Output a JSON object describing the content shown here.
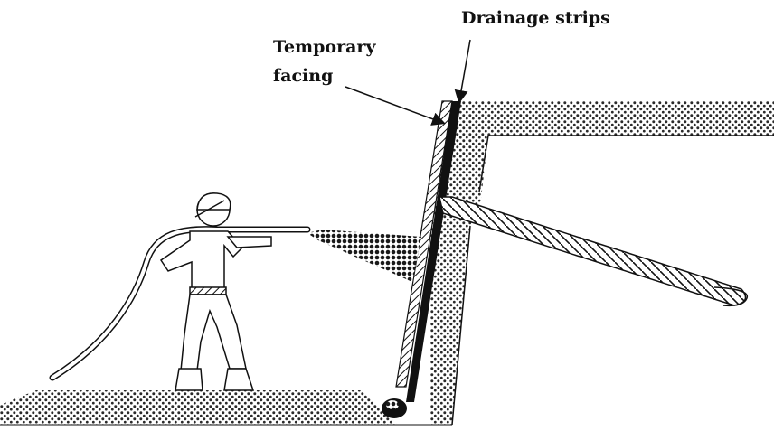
{
  "labels": {
    "drainage_strips": "Drainage strips",
    "temporary_facing_line1": "Temporary",
    "temporary_facing_line2": "facing"
  },
  "colors": {
    "ink": "#111111",
    "soil": "#333333",
    "background": "#ffffff"
  },
  "components": [
    "worker",
    "spray-hose",
    "shotcrete-spray",
    "temporary-facing",
    "drainage-strip",
    "soil-nail",
    "soil-mass",
    "ground-surface",
    "drain-pipe"
  ]
}
